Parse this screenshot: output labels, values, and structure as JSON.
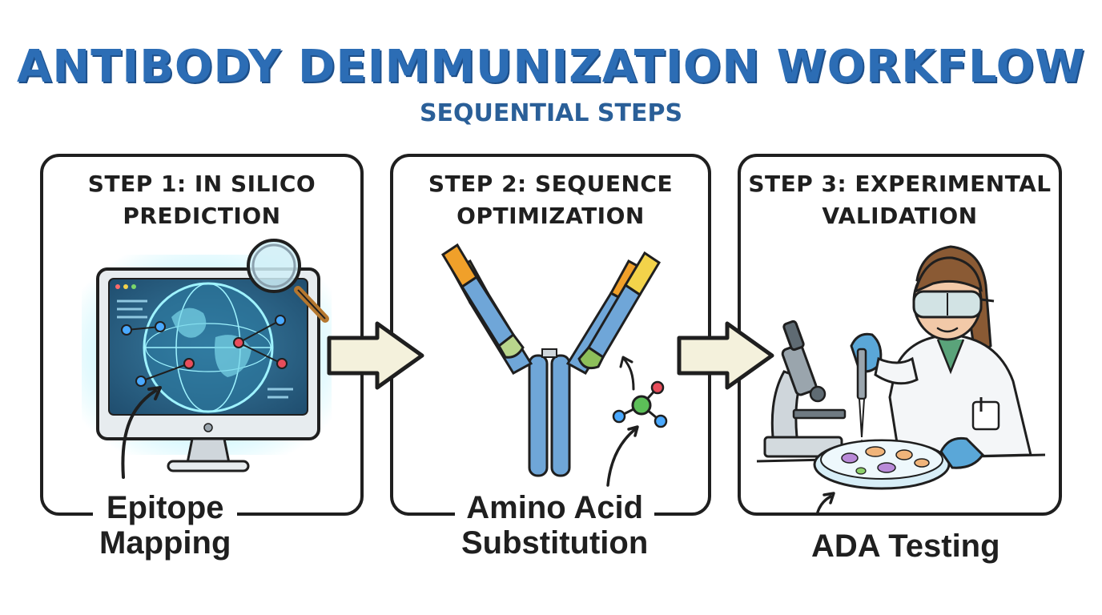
{
  "title": "ANTIBODY DEIMMUNIZATION WORKFLOW",
  "subtitle": "SEQUENTIAL STEPS",
  "steps": [
    {
      "title_line1": "STEP 1: IN SILICO",
      "title_line2": "PREDICTION",
      "caption_line1": "Epitope",
      "caption_line2": "Mapping",
      "icon": "computer-monitor-icon"
    },
    {
      "title_line1": "STEP 2: SEQUENCE",
      "title_line2": "OPTIMIZATION",
      "caption_line1": "Amino Acid",
      "caption_line2": "Substitution",
      "icon": "antibody-icon"
    },
    {
      "title_line1": "STEP 3: EXPERIMENTAL",
      "title_line2": "VALIDATION",
      "caption_line1": "ADA Testing",
      "icon": "scientist-icon"
    }
  ],
  "colors": {
    "title": "#2c6db5",
    "subtitle": "#2a5f98",
    "border": "#1f1f1f",
    "arrow_fill": "#f4f1dc",
    "glow": "#5fe0f5",
    "antibody_blue": "#6fa6d8",
    "antibody_orange": "#f0a02a",
    "antibody_yellow": "#f3d34a",
    "antibody_green": "#8dbf5a"
  }
}
